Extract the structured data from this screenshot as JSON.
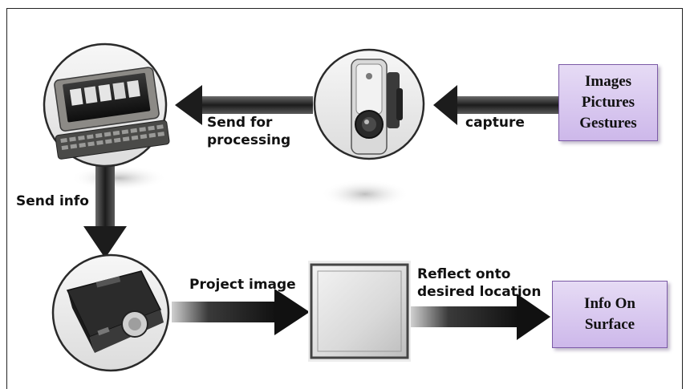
{
  "nodes": {
    "input_box": {
      "lines": [
        "Images",
        "Pictures",
        "Gestures"
      ]
    },
    "output_box": {
      "lines": [
        "Info On",
        "Surface"
      ]
    }
  },
  "edges": {
    "capture": "capture",
    "send_processing": [
      "Send for",
      "processing"
    ],
    "send_info": "Send info",
    "project_image": "Project image",
    "reflect": [
      "Reflect onto",
      "desired location"
    ]
  },
  "icons": {
    "webcam": "webcam-icon",
    "smartphone": "smartphone-icon",
    "projector": "projector-icon",
    "mirror": "mirror-icon"
  }
}
